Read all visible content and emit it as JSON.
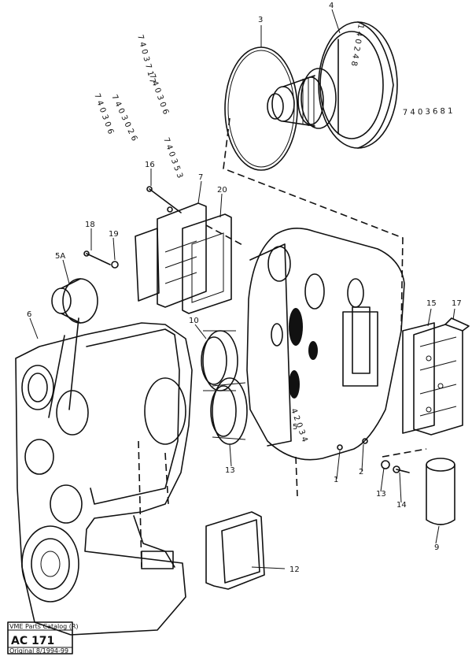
{
  "callouts": {
    "c1": "1",
    "c2": "2",
    "c3": "3",
    "c4": "4",
    "c5": "5",
    "c6": "6",
    "c7": "7",
    "c9": "9",
    "c10": "10",
    "c12": "12",
    "c13": "13",
    "c14": "14",
    "c15": "15",
    "c16": "16",
    "c17": "17",
    "c18": "18",
    "c19": "19",
    "c20": "20",
    "c5a": "5A"
  },
  "rotated_refs": {
    "r_top": "1 4 0 2 4 8",
    "r_a": "7 4 0 3 7 1 7",
    "r_b": "7 4 0 3 0 6",
    "r_c": "7 4 0 3 0 2 6",
    "r_d": "7 4 0 3 0 6",
    "r_e": "7 4 0 3 5 3",
    "r_right": "7 4 0 3 6 8 1",
    "r_case": "4 2 0 3 4"
  },
  "stamp": {
    "title": "VME Parts Catalog (R)",
    "code": "AC 171",
    "sub": "Original 8/1994-99"
  }
}
